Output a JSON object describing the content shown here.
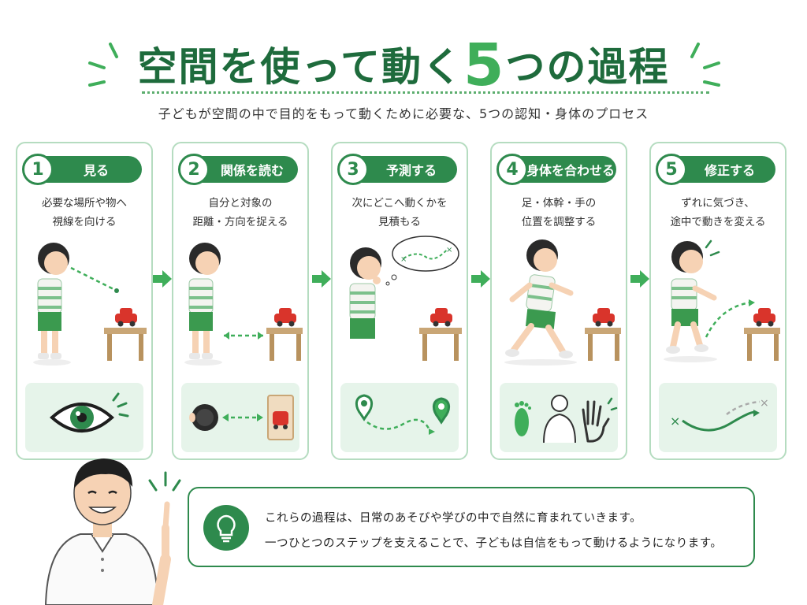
{
  "title": {
    "main": "空間を使って動く",
    "number": "5",
    "suffix": "つの過程"
  },
  "subtitle": "子どもが空間の中で目的をもって動くために必要な、5つの認知・身体のプロセス",
  "steps": [
    {
      "number": "1",
      "label": "見る",
      "desc_line1": "必要な場所や物へ",
      "desc_line2": "視線を向ける",
      "icon": "eye-icon"
    },
    {
      "number": "2",
      "label": "関係を読む",
      "desc_line1": "自分と対象の",
      "desc_line2": "距離・方向を捉える",
      "icon": "distance-icon"
    },
    {
      "number": "3",
      "label": "予測する",
      "desc_line1": "次にどこへ動くかを",
      "desc_line2": "見積もる",
      "icon": "path-pin-icon"
    },
    {
      "number": "4",
      "label": "身体を合わせる",
      "desc_line1": "足・体幹・手の",
      "desc_line2": "位置を調整する",
      "icon": "body-parts-icon"
    },
    {
      "number": "5",
      "label": "修正する",
      "desc_line1": "ずれに気づき、",
      "desc_line2": "途中で動きを変える",
      "icon": "correction-curve-icon"
    }
  ],
  "note": {
    "line1": "これらの過程は、日常のあそびや学びの中で自然に育まれていきます。",
    "line2": "一つひとつのステップを支えることで、子どもは自信をもって動けるようになります。",
    "icon": "lightbulb-icon"
  },
  "colors": {
    "primary": "#2e8a4d",
    "accent": "#3fae5a",
    "border": "#b5dcc0",
    "panel": "#e6f4ea",
    "car": "#d9342b"
  }
}
